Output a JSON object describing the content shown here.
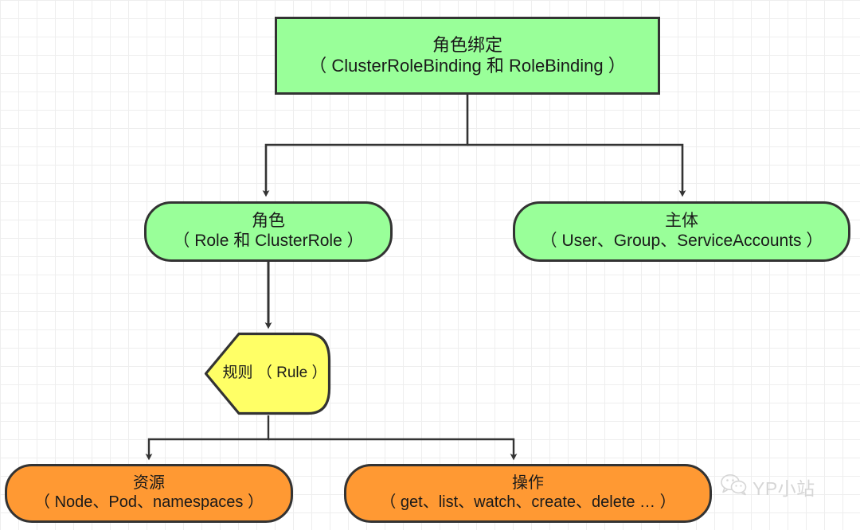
{
  "diagram": {
    "title": "Kubernetes RBAC relationship diagram",
    "background": {
      "type": "grid",
      "minor_color": "#eeeeee",
      "major_color": "#e6e6e6",
      "cell": 23
    },
    "palette": {
      "green": "#99ff99",
      "yellow": "#ffff66",
      "orange": "#ff9933",
      "stroke": "#333333",
      "text": "#1a1a1a",
      "watermark": "#d6d6d6"
    },
    "nodes": [
      {
        "id": "rolebinding",
        "shape": "rectangle",
        "fill": "#99ff99",
        "line1": "角色绑定",
        "line2": "（ ClusterRoleBinding 和 RoleBinding ）"
      },
      {
        "id": "role",
        "shape": "rounded-rectangle",
        "fill": "#99ff99",
        "line1": "角色",
        "line2": "（ Role 和 ClusterRole ）"
      },
      {
        "id": "subject",
        "shape": "rounded-rectangle",
        "fill": "#99ff99",
        "line1": "主体",
        "line2": "（ User、Group、ServiceAccounts ）"
      },
      {
        "id": "rule",
        "shape": "hexagon-left-point",
        "fill": "#ffff66",
        "line1": "规则",
        "line2": "（ Rule ）"
      },
      {
        "id": "resource",
        "shape": "rounded-rectangle",
        "fill": "#ff9933",
        "line1": "资源",
        "line2": "（ Node、Pod、namespaces ）"
      },
      {
        "id": "verbs",
        "shape": "rounded-rectangle",
        "fill": "#ff9933",
        "line1": "操作",
        "line2": "（ get、list、watch、create、delete … ）"
      }
    ],
    "edges": [
      {
        "from": "rolebinding",
        "to": "role",
        "style": "orthogonal-arrow"
      },
      {
        "from": "rolebinding",
        "to": "subject",
        "style": "orthogonal-arrow"
      },
      {
        "from": "role",
        "to": "rule",
        "style": "straight-arrow"
      },
      {
        "from": "rule",
        "to": "resource",
        "style": "orthogonal-arrow"
      },
      {
        "from": "rule",
        "to": "verbs",
        "style": "orthogonal-arrow"
      }
    ]
  },
  "watermark": {
    "icon": "wechat-icon",
    "text": "YP小站"
  }
}
